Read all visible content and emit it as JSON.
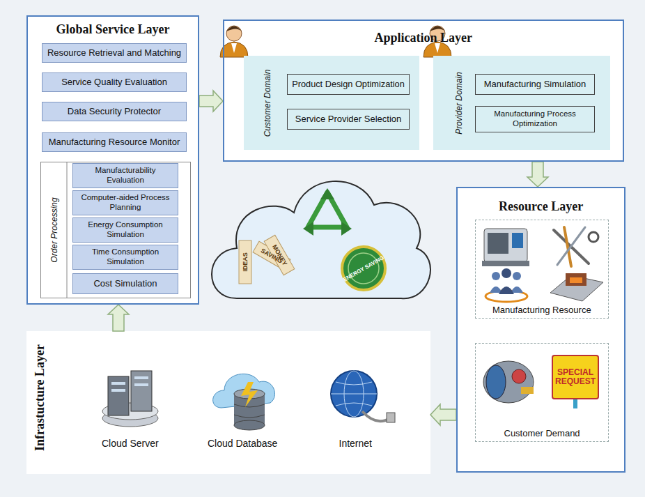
{
  "diagram": {
    "nodes": [
      {
        "text": [
          "Global Service Layer"
        ]
      },
      {
        "text": [
          "Resource Retrieval and Matching"
        ],
        "in": 0
      },
      {
        "text": [
          "Service Quality Evaluation"
        ],
        "in": 0
      },
      {
        "text": [
          "Data Security Protector"
        ],
        "in": 0
      },
      {
        "text": [
          "Manufacturing Resource Monitor"
        ],
        "in": 0
      },
      {
        "text": [
          "Order Processing"
        ],
        "in": 0
      },
      {
        "text": [
          "Manufacturability Evaluation"
        ],
        "in": 5
      },
      {
        "text": [
          "Computer-aided Process Planning"
        ],
        "in": 5
      },
      {
        "text": [
          "Energy Consumption Simulation"
        ],
        "in": 5
      },
      {
        "text": [
          "Time Consumption Simulation"
        ],
        "in": 5
      },
      {
        "text": [
          "Cost Simulation"
        ],
        "in": 5
      },
      {
        "text": [
          "Application Layer"
        ]
      },
      {
        "text": [
          "Customer Domain"
        ],
        "in": 11
      },
      {
        "text": [
          "Product Design Optimization"
        ],
        "in": 12
      },
      {
        "text": [
          "Service Provider Selection"
        ],
        "in": 12
      },
      {
        "text": [
          "Provider Domain"
        ],
        "in": 11
      },
      {
        "text": [
          "Manufacturing Simulation"
        ],
        "in": 15
      },
      {
        "text": [
          "Manufacturing Process Optimization"
        ],
        "in": 15
      },
      {
        "text": [
          "Resource Layer"
        ]
      },
      {
        "text": [
          "Manufacturing Resource"
        ],
        "in": 18
      },
      {
        "text": [
          "Customer Demand"
        ],
        "in": 18
      },
      {
        "text": [
          "Infrastucture Layer"
        ]
      }
    ],
    "edges": [
      {
        "from": 21,
        "to": 0,
        "arrow": "to"
      },
      {
        "from": 0,
        "to": 11,
        "arrow": "to"
      },
      {
        "from": 11,
        "to": 18,
        "arrow": "to"
      },
      {
        "from": 18,
        "to": 21,
        "arrow": "to"
      }
    ],
    "labels": [
      "Cloud Server",
      "Cloud Database",
      "Internet",
      "SPECIAL REQUEST",
      "IDEAS",
      "SAVING",
      "MONEY",
      "ENERGY SAVING"
    ]
  }
}
